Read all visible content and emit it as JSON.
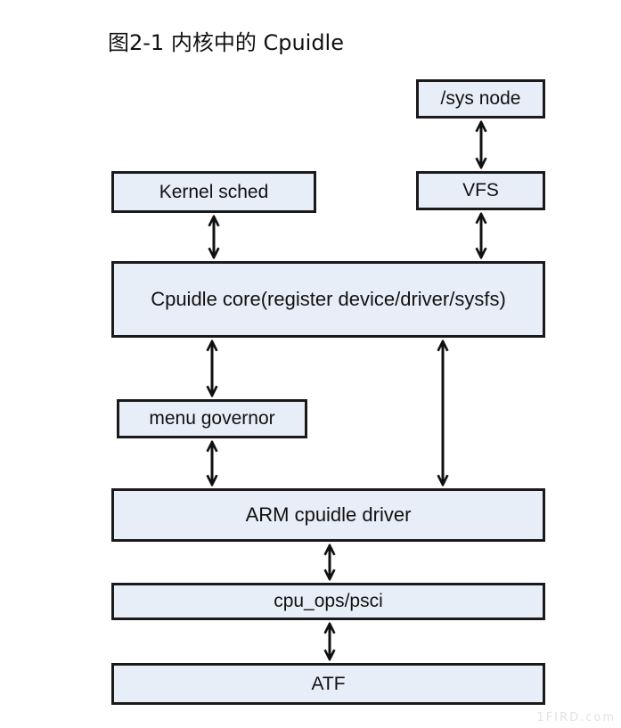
{
  "title": "图2-1  内核中的 Cpuidle",
  "boxes": {
    "sys_node": "/sys node",
    "vfs": "VFS",
    "kernel_sched": "Kernel sched",
    "cpuidle_core": "Cpuidle core(register device/driver/sysfs)",
    "menu_governor": "menu governor",
    "arm_cpuidle_driver": "ARM cpuidle driver",
    "cpu_ops_psci": "cpu_ops/psci",
    "atf": "ATF"
  },
  "watermark": "1FIRD.com",
  "colors": {
    "box_fill": "#e8eef8",
    "box_border": "#1a1a1a",
    "arrow": "#111111"
  }
}
